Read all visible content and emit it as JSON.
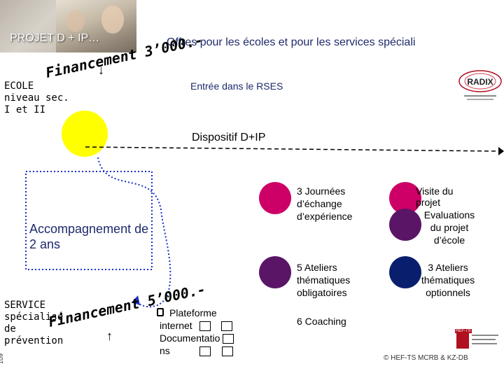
{
  "header": {
    "title": "PROJET D + IP…",
    "subtitle": "Offres pour les écoles et pour les services spéciali"
  },
  "arrows": {
    "down": "↓",
    "up": "↑"
  },
  "ecole": {
    "line1": "ECOLE",
    "line2": "niveau sec.",
    "line3": "I et II"
  },
  "financement_top": {
    "word": "Financement",
    "amount": "3’000.-"
  },
  "entree": "Entrée dans le RSES",
  "radix_logo": "RADIX",
  "dispositif": "Dispositif D+IP",
  "accompagnement": {
    "line1": "Accompagnement de",
    "line2": "2 ans"
  },
  "offers": [
    {
      "lines": [
        "3 Journées",
        "d’échange",
        "d’expérience"
      ]
    },
    {
      "lines": [
        "Visite du",
        "projet"
      ]
    },
    {
      "lines": [
        "Evaluations",
        "du projet",
        "d’école"
      ]
    },
    {
      "lines": [
        "5 Ateliers",
        "thématiques",
        "obligatoires"
      ]
    },
    {
      "lines": [
        "3 Ateliers",
        "thématiques",
        "optionnels"
      ]
    }
  ],
  "service": {
    "line1": "SERVICE",
    "line2": "spécialisé",
    "line3": "de",
    "line4": "prévention"
  },
  "financement_bottom": {
    "word": "Financement",
    "amount": "5’000.-"
  },
  "resources": {
    "line1": "Plateforme",
    "line2": "internet",
    "line3": "Documentatio",
    "line4": "ns"
  },
  "coaching": "6 Coaching",
  "copyright": "© HEF-TS MCRB & KZ-DB",
  "side_number": "109",
  "hefts_logo": "HEF-TS",
  "colors": {
    "yellow_circle": "#ffff00",
    "magenta": "#cc0066",
    "dark_purple": "#5a1566",
    "navy": "#0a1e6e",
    "dot_border": "#1a30c8"
  }
}
